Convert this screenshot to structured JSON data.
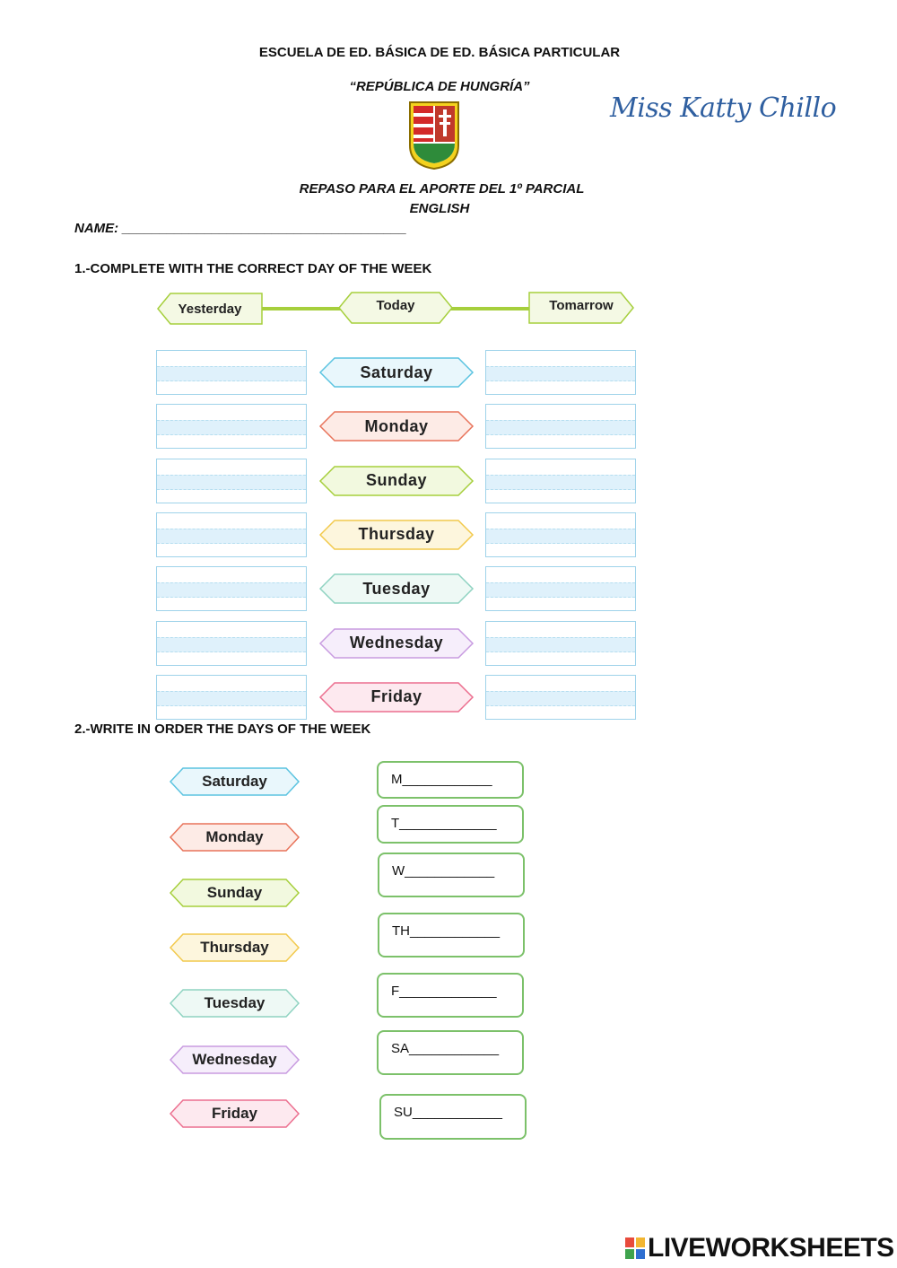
{
  "header": {
    "school": "ESCUELA DE ED. BÁSICA DE ED. BÁSICA PARTICULAR",
    "school_name": "“REPÚBLICA DE HUNGRÍA”",
    "teacher_signature": "Miss Katty Chillo",
    "subtitle": "REPASO PARA EL APORTE DEL 1º PARCIAL",
    "subject": "ENGLISH",
    "name_label": "NAME: ______________________________________"
  },
  "exercise1": {
    "title": "1.-COMPLETE WITH THE CORRECT DAY OF THE WEEK",
    "columns": [
      "Yesterday",
      "Today",
      "Tomarrow"
    ],
    "rows": [
      {
        "day": "Saturday",
        "color": "#5bc3e0",
        "fill": "#e9f7fc"
      },
      {
        "day": "Monday",
        "color": "#e8735a",
        "fill": "#fdebe6"
      },
      {
        "day": "Sunday",
        "color": "#a6cf3c",
        "fill": "#f2f9df"
      },
      {
        "day": "Thursday",
        "color": "#f2c94c",
        "fill": "#fdf6dd"
      },
      {
        "day": "Tuesday",
        "color": "#8fd3c1",
        "fill": "#eef9f5"
      },
      {
        "day": "Wednesday",
        "color": "#c89be0",
        "fill": "#f6eefb"
      },
      {
        "day": "Friday",
        "color": "#ec6f8f",
        "fill": "#fde9ef"
      }
    ]
  },
  "exercise2": {
    "title": "2.-WRITE IN ORDER THE DAYS OF THE WEEK",
    "days": [
      {
        "day": "Saturday",
        "color": "#5bc3e0",
        "fill": "#e9f7fc"
      },
      {
        "day": "Monday",
        "color": "#e8735a",
        "fill": "#fdebe6"
      },
      {
        "day": "Sunday",
        "color": "#a6cf3c",
        "fill": "#f2f9df"
      },
      {
        "day": "Thursday",
        "color": "#f2c94c",
        "fill": "#fdf6dd"
      },
      {
        "day": "Tuesday",
        "color": "#8fd3c1",
        "fill": "#eef9f5"
      },
      {
        "day": "Wednesday",
        "color": "#c89be0",
        "fill": "#f6eefb"
      },
      {
        "day": "Friday",
        "color": "#ec6f8f",
        "fill": "#fde9ef"
      }
    ],
    "answers": [
      "M____________",
      "T_____________",
      "W____________",
      "TH____________",
      "F_____________",
      "SA____________",
      "SU____________"
    ]
  },
  "footer": {
    "brand": "LIVEWORKSHEETS",
    "brand_color": "#1b3a8c"
  }
}
